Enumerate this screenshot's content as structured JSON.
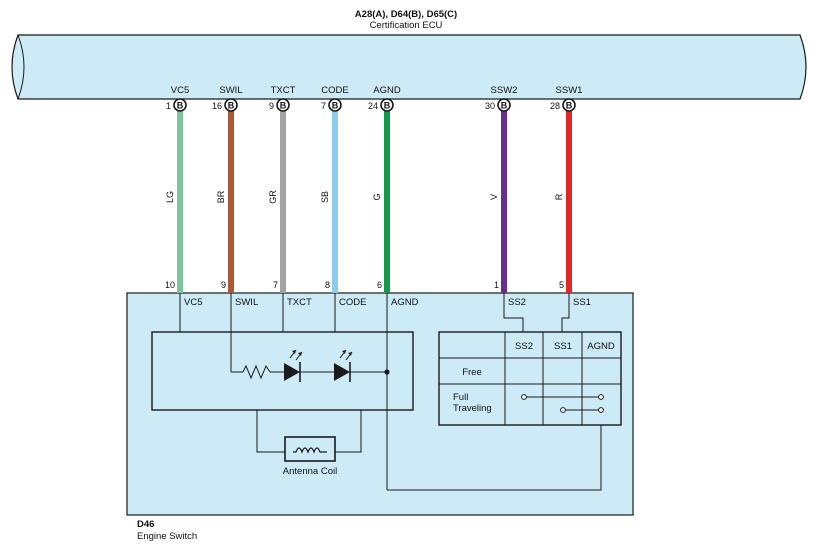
{
  "ecu": {
    "connector_title": "A28(A), D64(B), D65(C)",
    "name": "Certification ECU",
    "terminals": [
      {
        "name": "VC5",
        "pin": "1",
        "conn": "B"
      },
      {
        "name": "SWIL",
        "pin": "16",
        "conn": "B"
      },
      {
        "name": "TXCT",
        "pin": "9",
        "conn": "B"
      },
      {
        "name": "CODE",
        "pin": "7",
        "conn": "B"
      },
      {
        "name": "AGND",
        "pin": "24",
        "conn": "B"
      },
      {
        "name": "SSW2",
        "pin": "30",
        "conn": "B"
      },
      {
        "name": "SSW1",
        "pin": "28",
        "conn": "B"
      }
    ]
  },
  "wires": [
    {
      "code": "LG",
      "color": "#7dc49a"
    },
    {
      "code": "BR",
      "color": "#a85a35"
    },
    {
      "code": "GR",
      "color": "#a3a3a3"
    },
    {
      "code": "SB",
      "color": "#8ccdee"
    },
    {
      "code": "G",
      "color": "#109a4a"
    },
    {
      "code": "V",
      "color": "#6a2d8f"
    },
    {
      "code": "R",
      "color": "#e0262b"
    }
  ],
  "switch": {
    "connector": "D46",
    "name": "Engine Switch",
    "terminals": [
      {
        "name": "VC5",
        "pin": "10"
      },
      {
        "name": "SWIL",
        "pin": "9"
      },
      {
        "name": "TXCT",
        "pin": "7"
      },
      {
        "name": "CODE",
        "pin": "8"
      },
      {
        "name": "AGND",
        "pin": "6"
      },
      {
        "name": "SS2",
        "pin": "1"
      },
      {
        "name": "SS1",
        "pin": "5"
      }
    ],
    "antenna_label": "Antenna Coil",
    "table": {
      "headers": [
        "SS2",
        "SS1",
        "AGND"
      ],
      "rows": [
        "Free",
        "Full\nTraveling"
      ]
    }
  },
  "colors": {
    "panel_fill": "#cdeaf7",
    "line": "#1a1a1a"
  }
}
